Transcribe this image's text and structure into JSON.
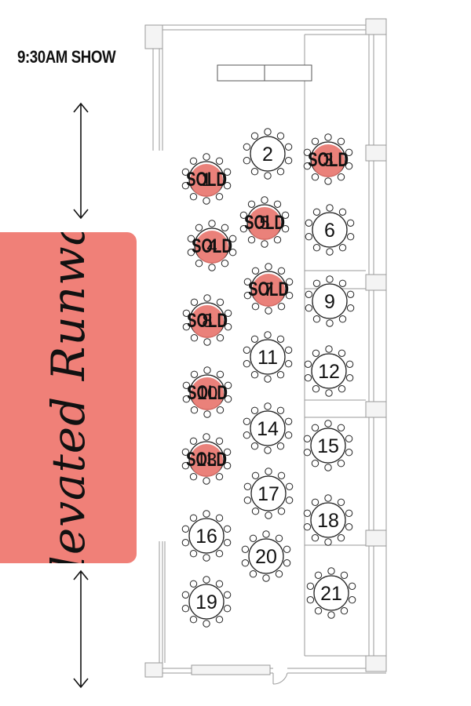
{
  "header": {
    "show_label": "9:30AM SHOW"
  },
  "runway": {
    "label": "Elevated Runway",
    "color": "#f08078"
  },
  "colors": {
    "sold_marker": "#e8736c",
    "wall": "#9a9a9a",
    "ink": "#111111"
  },
  "icons": {
    "up_down_arrow": "double-headed-arrow-icon"
  },
  "sold_label": "SOLD",
  "tables": [
    {
      "number": "1",
      "sold": true
    },
    {
      "number": "2",
      "sold": false
    },
    {
      "number": "3",
      "sold": true
    },
    {
      "number": "4",
      "sold": true
    },
    {
      "number": "5",
      "sold": true
    },
    {
      "number": "6",
      "sold": false
    },
    {
      "number": "7",
      "sold": true
    },
    {
      "number": "8",
      "sold": true
    },
    {
      "number": "9",
      "sold": false
    },
    {
      "number": "10",
      "sold": true
    },
    {
      "number": "11",
      "sold": false
    },
    {
      "number": "12",
      "sold": false
    },
    {
      "number": "13",
      "sold": true
    },
    {
      "number": "14",
      "sold": false
    },
    {
      "number": "15",
      "sold": false
    },
    {
      "number": "16",
      "sold": false
    },
    {
      "number": "17",
      "sold": false
    },
    {
      "number": "18",
      "sold": false
    },
    {
      "number": "19",
      "sold": false
    },
    {
      "number": "20",
      "sold": false
    },
    {
      "number": "21",
      "sold": false
    }
  ]
}
